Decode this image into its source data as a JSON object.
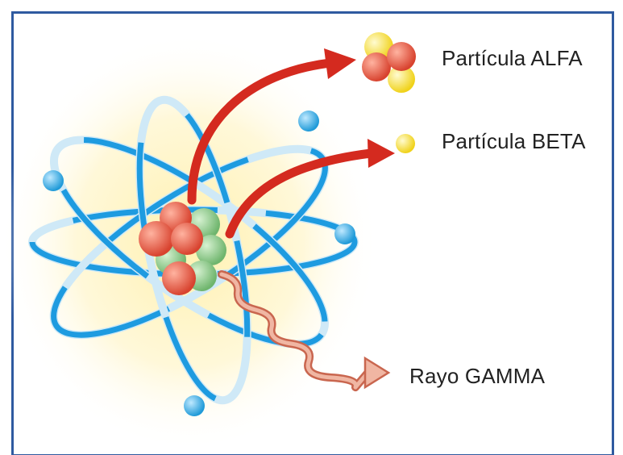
{
  "labels": {
    "alpha": "Partícula ALFA",
    "beta": "Partícula BETA",
    "gamma": "Rayo GAMMA"
  },
  "colors": {
    "frame": "#2f5aa0",
    "orbit": "#1e9be0",
    "orbit_light": "#cfe9f7",
    "glow": "#fff6c7",
    "electron": "#3aaee8",
    "proton": "#e9604a",
    "neutron": "#8fcf8f",
    "alpha_neutron": "#f5e042",
    "beta_particle": "#f3d41b",
    "arrow": "#d42a1f",
    "gamma_ray": "#e9a08a"
  },
  "icons": {
    "nucleus": "atomic-nucleus",
    "alpha": "alpha-particle",
    "beta": "beta-particle",
    "gamma": "gamma-wave"
  }
}
